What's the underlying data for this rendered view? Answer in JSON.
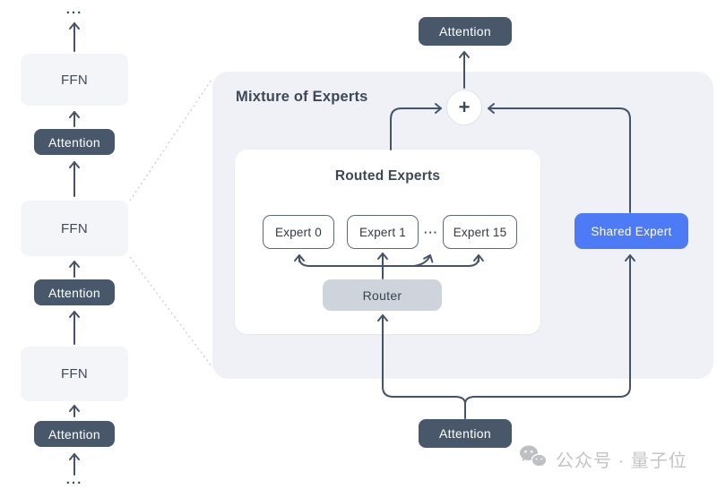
{
  "colors": {
    "canvas_bg": "#ffffff",
    "panel_bg": "#eff1f6",
    "light_block_bg": "#f3f5f9",
    "dark_block_bg": "#48586a",
    "router_bg": "#cfd4dc",
    "shared_expert_bg": "#4c7bf5",
    "wire": "#44536a",
    "dashed_wire": "#c9cdd6",
    "text_dark": "#3d4856",
    "watermark_gray": "#c3c4c6"
  },
  "left_stack": {
    "ellipsis_top": "...",
    "ellipsis_bottom": "...",
    "blocks": [
      {
        "type": "ffn",
        "label": "FFN"
      },
      {
        "type": "attention",
        "label": "Attention"
      },
      {
        "type": "ffn",
        "label": "FFN"
      },
      {
        "type": "attention",
        "label": "Attention"
      },
      {
        "type": "ffn",
        "label": "FFN"
      },
      {
        "type": "attention",
        "label": "Attention"
      }
    ]
  },
  "attention_top_label": "Attention",
  "attention_bottom_label": "Attention",
  "moe_panel": {
    "title": "Mixture of Experts",
    "sum_symbol": "+",
    "routed_experts": {
      "title": "Routed Experts",
      "experts": [
        {
          "label": "Expert 0"
        },
        {
          "label": "Expert 1"
        },
        {
          "label": "Expert 15"
        }
      ],
      "ellipsis": "···"
    },
    "router_label": "Router",
    "shared_expert_label": "Shared Expert"
  },
  "watermark_text": "公众号 · 量子位"
}
